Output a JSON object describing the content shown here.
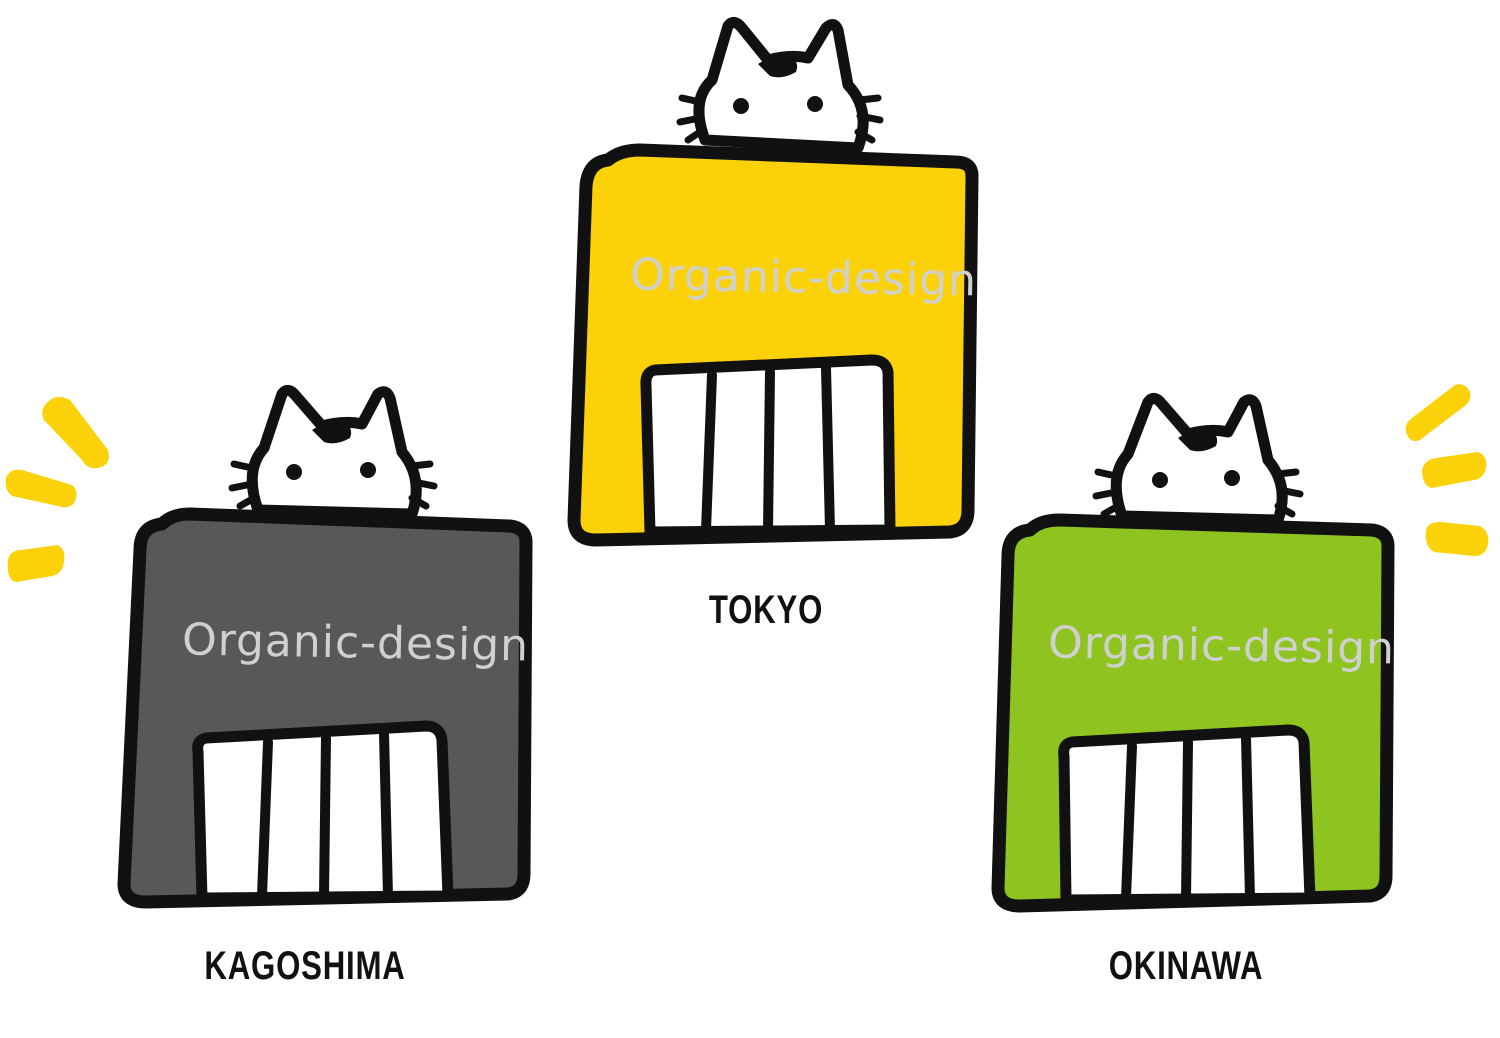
{
  "brand_text": "Organic-design",
  "offices": [
    {
      "city": "TOKYO",
      "color": "#FBD10A"
    },
    {
      "city": "KAGOSHIMA",
      "color": "#595758"
    },
    {
      "city": "OKINAWA",
      "color": "#8FC31F"
    }
  ],
  "colors": {
    "outline": "#111111",
    "accent_marks": "#FBD10A",
    "brand_text": "#D0D0D0",
    "background": "#FFFFFF"
  },
  "icons": {
    "mascot": "cat-head-icon",
    "building": "building-icon",
    "door": "striped-door-icon",
    "sparkle": "sparkle-lines-icon"
  }
}
